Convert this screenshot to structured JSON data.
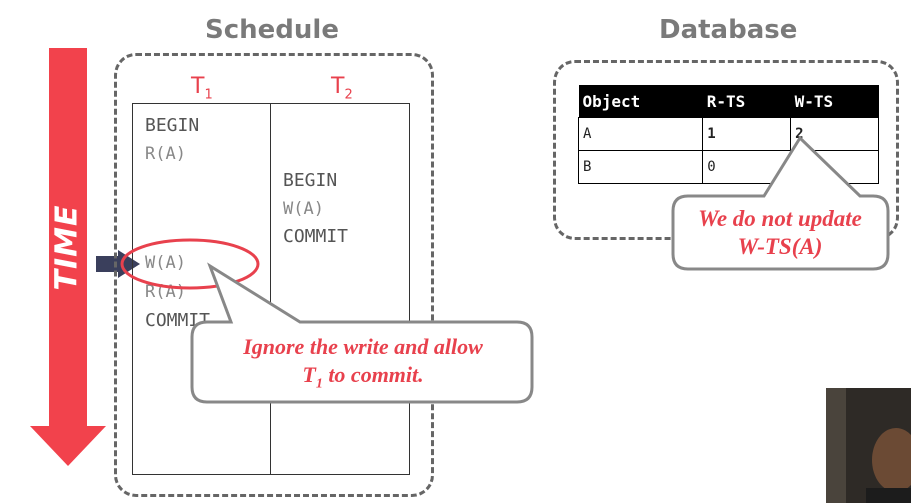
{
  "schedule": {
    "title": "Schedule",
    "t1_header": "T",
    "t1_sub": "1",
    "t2_header": "T",
    "t2_sub": "2",
    "t1_ops": [
      "BEGIN",
      "R(A)",
      "W(A)",
      "R(A)",
      "COMMIT"
    ],
    "t2_ops": [
      "BEGIN",
      "W(A)",
      "COMMIT"
    ]
  },
  "time_label": "TIME",
  "database": {
    "title": "Database",
    "columns": [
      "Object",
      "R-TS",
      "W-TS"
    ],
    "rows": [
      [
        "A",
        "1",
        "2"
      ],
      [
        "B",
        "0",
        "0"
      ]
    ]
  },
  "callouts": {
    "ignore_line1": "Ignore the write and allow",
    "ignore_line2_a": "T",
    "ignore_line2_sub": "1",
    "ignore_line2_b": " to commit.",
    "db_line1": "We do not update",
    "db_line2": "W-TS(A)"
  },
  "colors": {
    "accent_red": "#e8414d",
    "arrow_red": "#f2424c",
    "pointer_navy": "#3a3f5c",
    "dashed_gray": "#666666"
  }
}
